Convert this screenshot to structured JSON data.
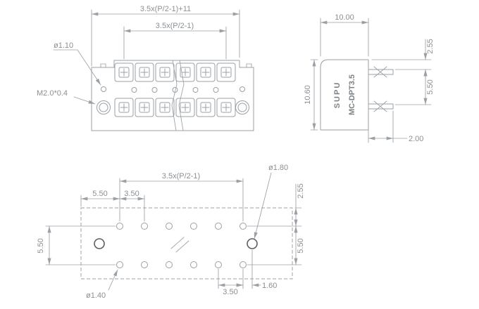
{
  "drawing": {
    "front_view": {
      "dim_overall": "3.5x(P/2-1)+11",
      "dim_pole_span": "3.5x(P/2-1)",
      "label_hole": "ø1.10",
      "label_thread": "M2.0*0.4"
    },
    "side_view": {
      "dim_depth": "10.00",
      "dim_pin_offset": "2.55",
      "dim_pin_pitch": "5.50",
      "dim_height": "10.60",
      "dim_pin_length": "2.00",
      "brand": "SUPU",
      "model": "MC-DPT3.5"
    },
    "footprint_view": {
      "label_mount_hole": "ø1.80",
      "dim_row_offset": "2.55",
      "dim_pole_span": "3.5x(P/2-1)",
      "dim_edge_margin": "5.50",
      "dim_pitch_top": "3.50",
      "dim_row_gap_left": "5.50",
      "dim_row_gap_right": "5.50",
      "label_pin_hole": "ø1.40",
      "dim_pitch_bottom": "3.50",
      "dim_mount_offset": "1.60"
    }
  },
  "colors": {
    "line": "#9aa0a5",
    "dark_line": "#5a5f63",
    "text": "#8b9094",
    "background": "#ffffff"
  }
}
